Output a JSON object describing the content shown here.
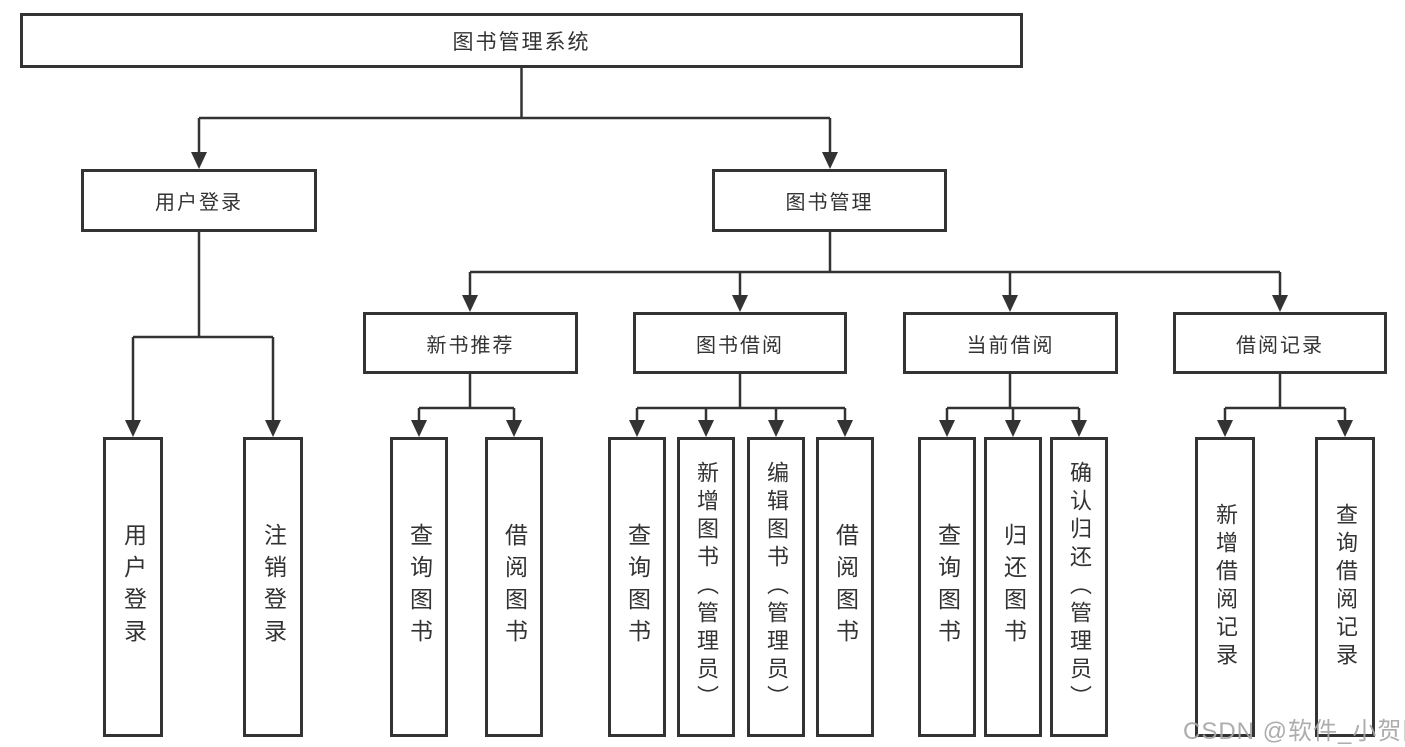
{
  "tree": {
    "root": "图书管理系统",
    "user_login": {
      "label": "用户登录",
      "children": [
        "用户登录",
        "注销登录"
      ]
    },
    "book_mgmt": {
      "label": "图书管理",
      "groups": [
        {
          "label": "新书推荐",
          "children": [
            "查询图书",
            "借阅图书"
          ]
        },
        {
          "label": "图书借阅",
          "children": [
            "查询图书",
            "新增图书（管理员）",
            "编辑图书（管理员）",
            "借阅图书"
          ]
        },
        {
          "label": "当前借阅",
          "children": [
            "查询图书",
            "归还图书",
            "确认归还（管理员）"
          ]
        },
        {
          "label": "借阅记录",
          "children": [
            "新增借阅记录",
            "查询借阅记录"
          ]
        }
      ]
    }
  },
  "watermark": "CSDN @软件_小贺同学",
  "colors": {
    "line": "#333333",
    "text": "#333333",
    "box_background": "#ffffff",
    "watermark": "#a6a6a6",
    "background": "#ffffff"
  }
}
